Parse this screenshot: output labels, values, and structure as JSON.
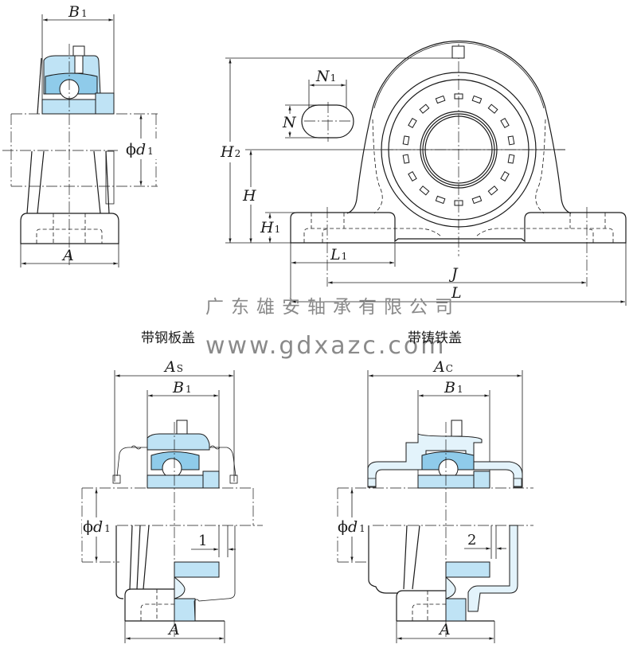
{
  "drawing": {
    "subject": "pillow block ball bearing unit",
    "views": {
      "side_view": {
        "labels": {
          "B1": {
            "main": "B",
            "sub": "1"
          },
          "d1": {
            "prefix": "ϕ",
            "main": "d",
            "sub": "1"
          },
          "A": {
            "main": "A"
          }
        }
      },
      "front_view": {
        "labels": {
          "N1": {
            "main": "N",
            "sub": "1"
          },
          "N": {
            "main": "N"
          },
          "H2": {
            "main": "H",
            "sub": "2"
          },
          "H": {
            "main": "H"
          },
          "H1": {
            "main": "H",
            "sub": "1"
          },
          "L1": {
            "main": "L",
            "sub": "1"
          },
          "J": {
            "main": "J"
          },
          "L": {
            "main": "L"
          }
        }
      },
      "steel_cover_view": {
        "caption": "带钢板盖",
        "labels": {
          "As": {
            "main": "A",
            "sub": "S"
          },
          "B1": {
            "main": "B",
            "sub": "1"
          },
          "d1": {
            "prefix": "ϕ",
            "main": "d",
            "sub": "1"
          },
          "A": {
            "main": "A"
          },
          "clearance": "1"
        }
      },
      "cast_cover_view": {
        "caption": "带铸铁盖",
        "labels": {
          "Ac": {
            "main": "A",
            "sub": "C"
          },
          "B1": {
            "main": "B",
            "sub": "1"
          },
          "d1": {
            "prefix": "ϕ",
            "main": "d",
            "sub": "1"
          },
          "A": {
            "main": "A"
          },
          "clearance": "2"
        }
      }
    },
    "watermark": {
      "company": "广东雄安轴承有限公司",
      "website": "www.gdxazc.com"
    },
    "colors": {
      "bearing_fill": "#bfe3f5",
      "bearing_dark": "#8fcbea",
      "cover_fill": "#e3f3fb",
      "line": "#1a1a1a",
      "watermark": "#8a8a8a"
    }
  }
}
